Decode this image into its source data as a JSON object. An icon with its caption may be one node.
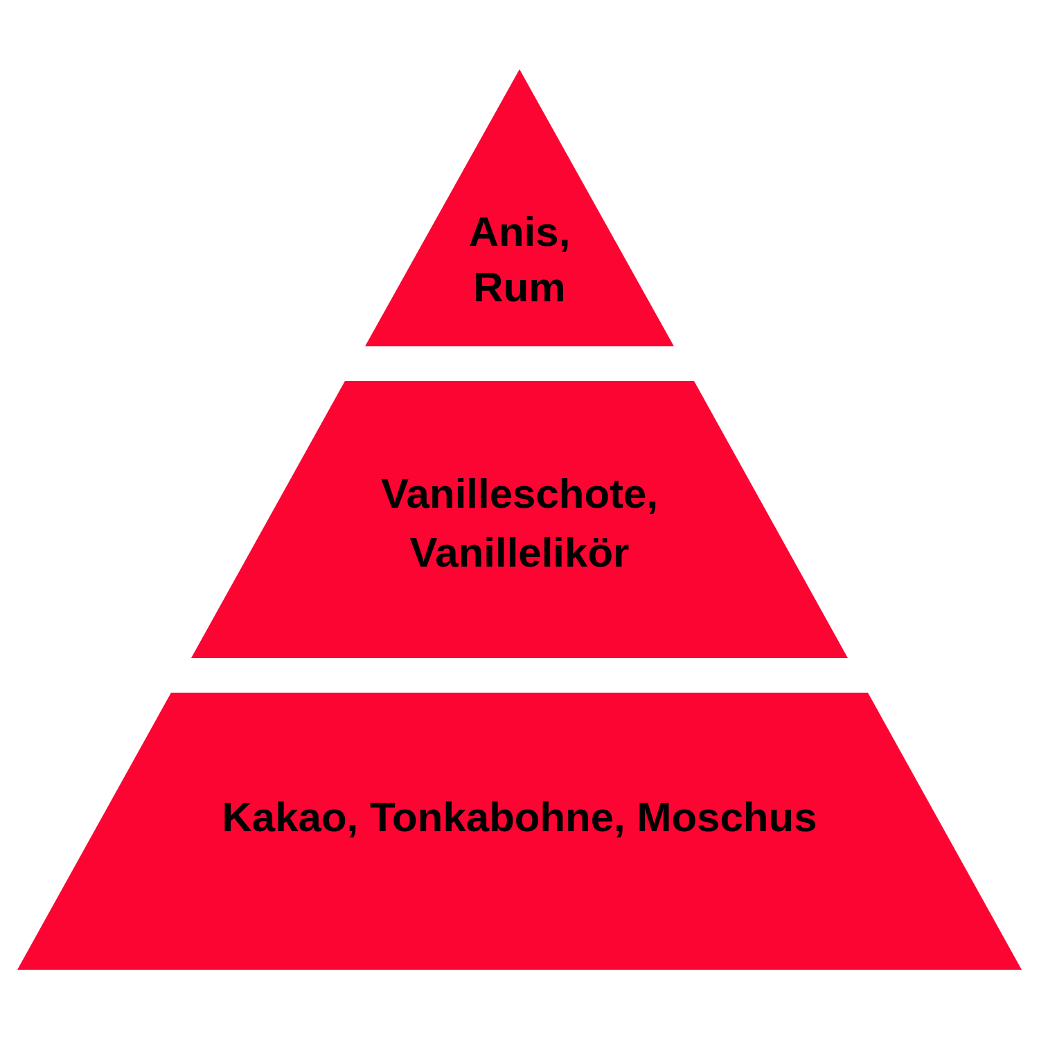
{
  "diagram": {
    "nodes": [
      {
        "text": [
          "Anis, Rum"
        ]
      },
      {
        "text": [
          "Vanilleschote, Vanillelikör"
        ]
      },
      {
        "text": [
          "Kakao, Tonkabohne, Moschus"
        ]
      }
    ]
  }
}
